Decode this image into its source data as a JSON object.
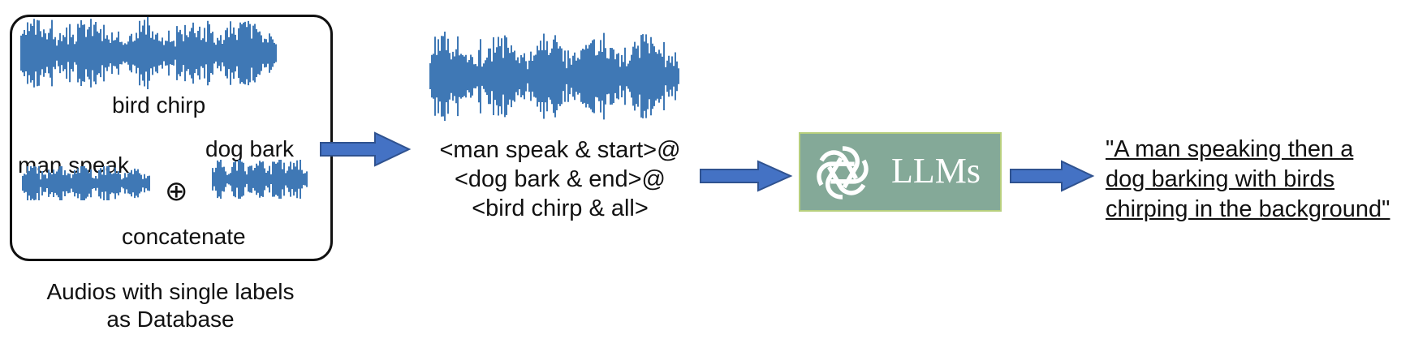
{
  "database": {
    "clip_labels": {
      "bird": "bird chirp",
      "man": "man speak",
      "dog": "dog bark"
    },
    "operator_symbol": "⊕",
    "operation_label": "concatenate",
    "caption_lines": [
      "Audios with single labels",
      "as Database"
    ]
  },
  "prompt": {
    "lines": [
      "<man speak & start>@",
      "<dog bark & end>@",
      "<bird chirp & all>"
    ]
  },
  "llm": {
    "label": "LLMs",
    "icon": "openai-logo-icon",
    "box_color": "#84a998",
    "border_color": "#b7cf7d"
  },
  "output": {
    "lines": [
      "\"A man speaking then a",
      "dog barking with birds",
      "chirping in the background\""
    ]
  },
  "colors": {
    "waveform": "#3f78b5",
    "arrow_fill": "#4472c4",
    "arrow_stroke": "#2f528f"
  }
}
